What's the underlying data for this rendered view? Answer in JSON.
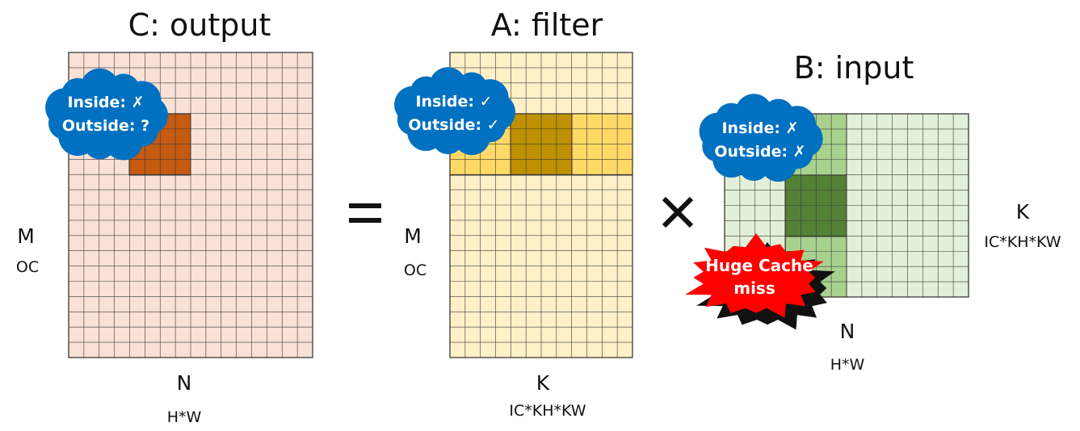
{
  "titles": {
    "output": "C: output",
    "filter": "A: filter",
    "input": "B: input"
  },
  "operators": {
    "equals": "=",
    "times": "×"
  },
  "output_matrix": {
    "row_label": "M",
    "row_sub": "OC",
    "col_label": "N",
    "col_sub": "H*W",
    "cloud_inside": "Inside: ✗",
    "cloud_outside": "Outside: ?",
    "grid_color": "#f9e1d6",
    "block_color": "#c55a11"
  },
  "filter_matrix": {
    "row_label": "M",
    "row_sub": "OC",
    "col_label": "K",
    "col_sub": "IC*KH*KW",
    "cloud_inside": "Inside: ✓",
    "cloud_outside": "Outside: ✓",
    "grid_color": "#fff0c8",
    "band_color": "#ffd966",
    "block_color": "#bf9000"
  },
  "input_matrix": {
    "row_label": "K",
    "row_sub": "IC*KH*KW",
    "col_label": "N",
    "col_sub": "H*W",
    "cloud_inside": "Inside: ✗",
    "cloud_outside": "Outside: ✗",
    "grid_color": "#e2efd9",
    "band_color": "#a9d18e",
    "block_color": "#548235"
  },
  "cache_miss": {
    "line1": "Huge Cache",
    "line2": "miss",
    "color": "#ff0000"
  },
  "cloud_color": "#0070c0"
}
